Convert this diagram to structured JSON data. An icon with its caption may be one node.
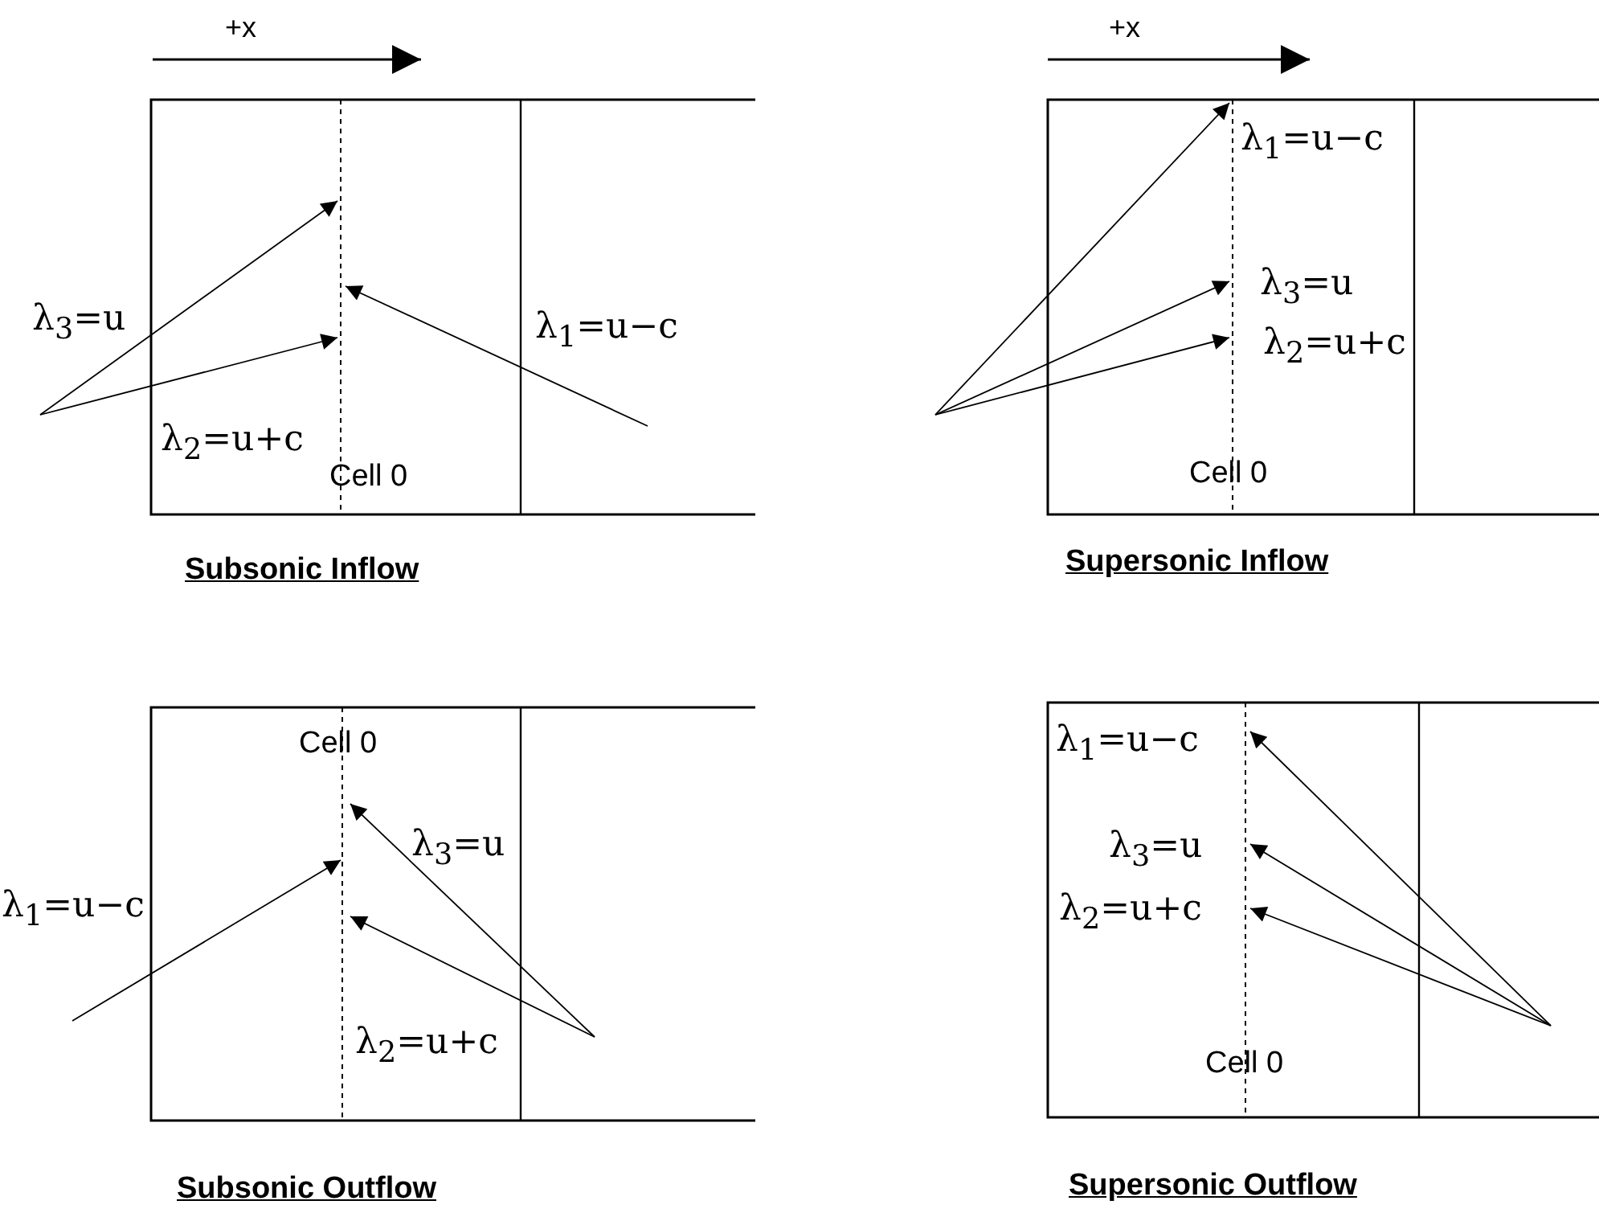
{
  "diagram": {
    "labels": [
      "+x",
      "λ$_{3}$=u",
      "λ$_{1}$=u−c",
      "λ$_{2}$=u+c",
      "Cell 0",
      "Subsonic Inflow",
      "+x",
      "λ$_{1}$=u−c",
      "λ$_{3}$=u",
      "λ$_{2}$=u+c",
      "Cell 0",
      "Supersonic Inflow",
      "Cell 0",
      "λ$_{3}$=u",
      "λ$_{1}$=u−c",
      "λ$_{2}$=u+c",
      "Subsonic Outflow",
      "λ$_{1}$=u−c",
      "λ$_{3}$=u",
      "λ$_{2}$=u+c",
      "Cell 0",
      "Supersonic Outflow"
    ]
  }
}
